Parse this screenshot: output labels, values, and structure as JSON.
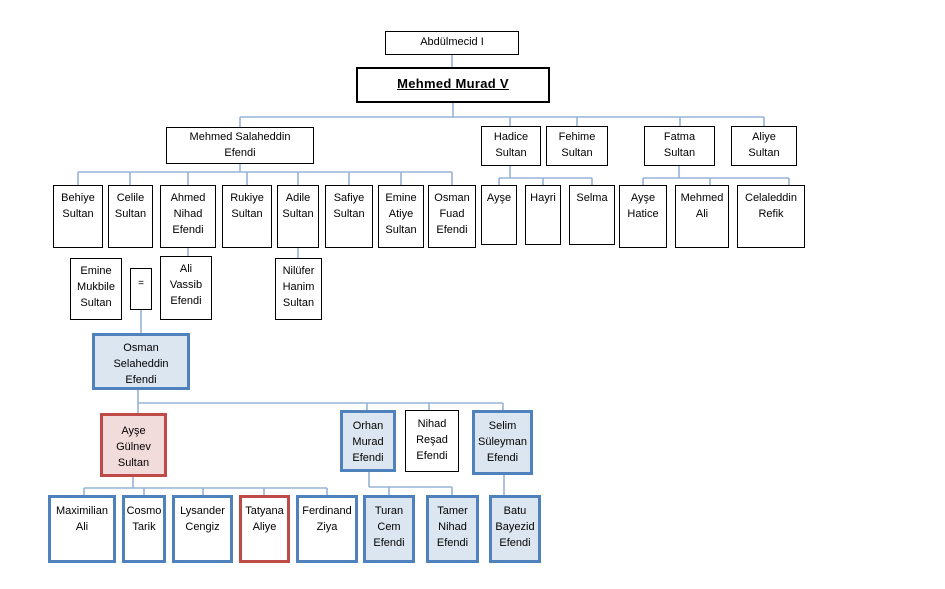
{
  "diagram_title": "Ottoman family tree of Mehmed Murad V",
  "colors": {
    "connector": "#95B3D7",
    "node_border": "#000000",
    "highlight_blue_border": "#4F81BD",
    "highlight_blue_fill": "#DCE6F1",
    "highlight_red_border": "#BE4B48",
    "highlight_red_fill": "#F2DCDB",
    "background": "#FFFFFF"
  },
  "nodes": {
    "abdulmecid": {
      "label": "Abdülmecid I"
    },
    "murad5": {
      "label": "Mehmed Murad V"
    },
    "salaheddin": {
      "label": "Mehmed Salaheddin\nEfendi"
    },
    "hadice": {
      "label": "Hadice\nSultan"
    },
    "fehime": {
      "label": "Fehime\nSultan"
    },
    "fatma": {
      "label": "Fatma\nSultan"
    },
    "aliye": {
      "label": "Aliye\nSultan"
    },
    "behiye": {
      "label": "Behiye\nSultan"
    },
    "celile": {
      "label": "Celile\nSultan"
    },
    "ahmed_nihad": {
      "label": "Ahmed\nNihad\nEfendi"
    },
    "rukiye": {
      "label": "Rukiye\nSultan"
    },
    "adile": {
      "label": "Adile\nSultan"
    },
    "safiye": {
      "label": "Safiye\nSultan"
    },
    "emine_atiye": {
      "label": "Emine\nAtiye\nSultan"
    },
    "osman_fuad": {
      "label": "Osman\nFuad\nEfendi"
    },
    "ayse": {
      "label": "Ayşe"
    },
    "hayri": {
      "label": "Hayri"
    },
    "selma": {
      "label": "Selma"
    },
    "ayse_hatice": {
      "label": "Ayşe\nHatice"
    },
    "mehmed_ali": {
      "label": "Mehmed\nAli"
    },
    "celaleddin": {
      "label": "Celaleddin\nRefik"
    },
    "emine_mukbile": {
      "label": "Emine\nMukbile\nSultan"
    },
    "equals": {
      "label": "="
    },
    "ali_vassib": {
      "label": "Ali\nVassib\nEfendi"
    },
    "nilufer": {
      "label": "Nilüfer\nHanim\nSultan"
    },
    "osman_selaheddin": {
      "label": "Osman\nSelaheddin\nEfendi"
    },
    "ayse_gulnev": {
      "label": "Ayşe\nGülnev\nSultan"
    },
    "orhan": {
      "label": "Orhan\nMurad\nEfendi"
    },
    "nihad_resad": {
      "label": "Nihad\nReşad\nEfendi"
    },
    "selim": {
      "label": "Selim\nSüleyman\nEfendi"
    },
    "maximilian": {
      "label": "Maximilian\nAli"
    },
    "cosmo": {
      "label": "Cosmo\nTarik"
    },
    "lysander": {
      "label": "Lysander\nCengiz"
    },
    "tatyana": {
      "label": "Tatyana\nAliye"
    },
    "ferdinand": {
      "label": "Ferdinand\nZiya"
    },
    "turan": {
      "label": "Turan\nCem\nEfendi"
    },
    "tamer": {
      "label": "Tamer\nNihad\nEfendi"
    },
    "batu": {
      "label": "Batu\nBayezid\nEfendi"
    }
  }
}
